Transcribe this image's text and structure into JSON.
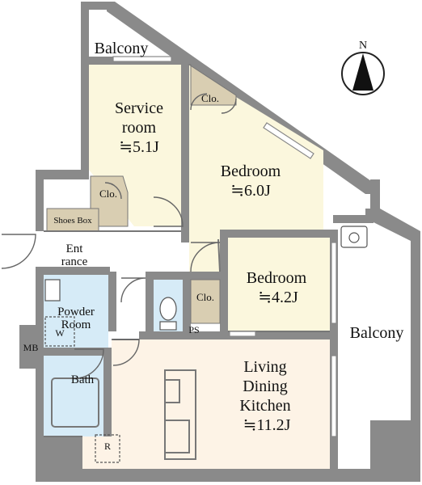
{
  "colors": {
    "wall": "#8a8a8a",
    "service_room": "#fbf7dd",
    "bedroom": "#fbf7dd",
    "wet_area": "#d6ebf7",
    "ldk": "#fdf3e6",
    "closet": "#d9ceb2",
    "balcony": "#ffffff"
  },
  "compass": {
    "label": "N"
  },
  "rooms": {
    "balcony_top": "Balcony",
    "service_room_line1": "Service",
    "service_room_line2": "room",
    "service_room_size": "≒5.1J",
    "bedroom1": "Bedroom",
    "bedroom1_size": "≒6.0J",
    "bedroom2": "Bedroom",
    "bedroom2_size": "≒4.2J",
    "balcony_right": "Balcony",
    "ldk_line1": "Living",
    "ldk_line2": "Dining",
    "ldk_line3": "Kitchen",
    "ldk_size": "≒11.2J",
    "powder_line1": "Powder",
    "powder_line2": "Room",
    "bath": "Bath",
    "entrance_line1": "Ent",
    "entrance_line2": "rance",
    "shoes_box": "Shoes Box"
  },
  "small_labels": {
    "clo_top": "Clo.",
    "clo_service": "Clo.",
    "clo_bedroom2": "Clo.",
    "ps": "PS",
    "mb": "MB",
    "w": "W",
    "r": "R"
  }
}
